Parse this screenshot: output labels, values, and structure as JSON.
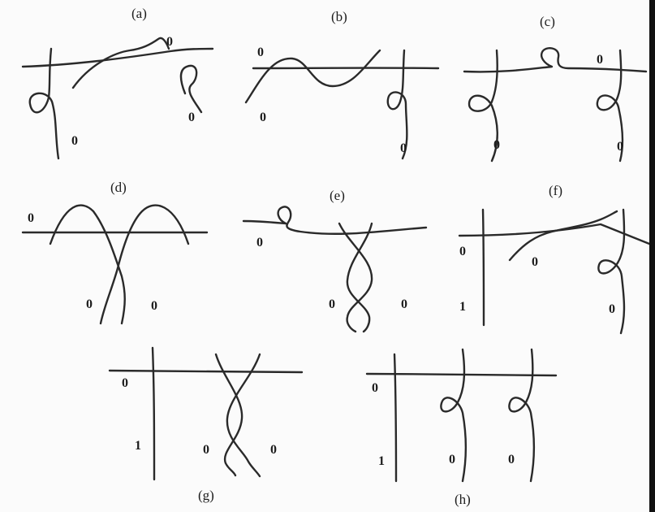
{
  "panels": [
    {
      "id": "a",
      "caption": "(a)",
      "labels": [
        "0",
        "0",
        "0"
      ]
    },
    {
      "id": "b",
      "caption": "(b)",
      "labels": [
        "0",
        "0",
        "0"
      ]
    },
    {
      "id": "c",
      "caption": "(c)",
      "labels": [
        "0",
        "0",
        "0"
      ]
    },
    {
      "id": "d",
      "caption": "(d)",
      "labels": [
        "0",
        "0",
        "0"
      ]
    },
    {
      "id": "e",
      "caption": "(e)",
      "labels": [
        "0",
        "0",
        "0"
      ]
    },
    {
      "id": "f",
      "caption": "(f)",
      "labels": [
        "0",
        "0",
        "1",
        "0"
      ]
    },
    {
      "id": "g",
      "caption": "(g)",
      "labels": [
        "0",
        "1",
        "0",
        "0"
      ]
    },
    {
      "id": "h",
      "caption": "(h)",
      "labels": [
        "0",
        "1",
        "0",
        "0"
      ]
    }
  ]
}
